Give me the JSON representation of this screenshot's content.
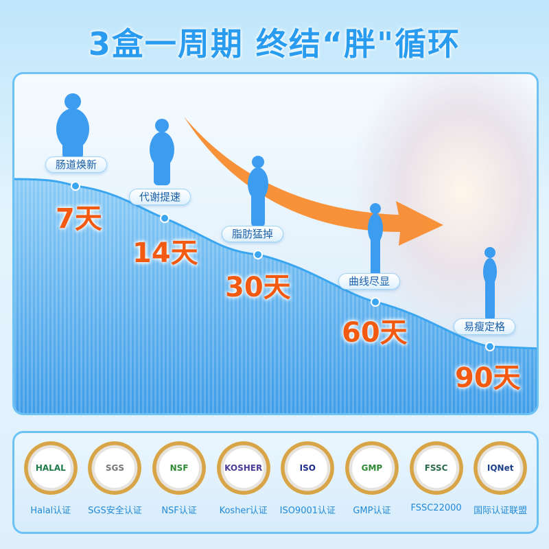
{
  "title": "3盒一周期  终结“胖\"循环",
  "stages": [
    {
      "label": "肠道焕新",
      "day": "7天"
    },
    {
      "label": "代谢提速",
      "day": "14天"
    },
    {
      "label": "脂肪猛掉",
      "day": "30天"
    },
    {
      "label": "曲线尽显",
      "day": "60天"
    },
    {
      "label": "易瘦定格",
      "day": "90天"
    }
  ],
  "certifications": [
    {
      "label": "Halal认证",
      "logo": "HALAL",
      "color": "#1e7a4a"
    },
    {
      "label": "SGS安全认证",
      "logo": "SGS",
      "color": "#777777"
    },
    {
      "label": "NSF认证",
      "logo": "NSF",
      "color": "#2f8a34"
    },
    {
      "label": "Kosher认证",
      "logo": "KOSHER",
      "color": "#4b3c9a"
    },
    {
      "label": "ISO9001认证",
      "logo": "ISO",
      "color": "#1d2a8a"
    },
    {
      "label": "GMP认证",
      "logo": "GMP",
      "color": "#2e8a34"
    },
    {
      "label": "FSSC22000",
      "logo": "FSSC",
      "color": "#2a6a4a"
    },
    {
      "label": "国际认证联盟",
      "logo": "IQNet",
      "color": "#1c3f8c"
    }
  ],
  "colors": {
    "accent": "#2a9cf0",
    "day": "#f25a12",
    "arrow": "#f7892a"
  }
}
